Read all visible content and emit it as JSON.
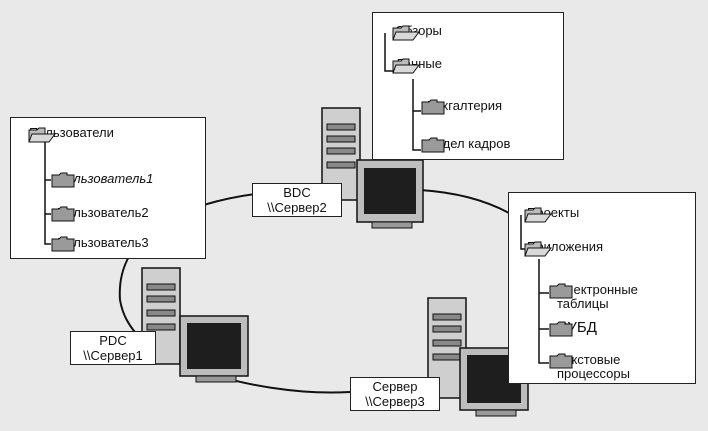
{
  "servers": [
    {
      "role": "BDC",
      "name": "\\\\Сервер2"
    },
    {
      "role": "PDC",
      "name": "\\\\Сервер1"
    },
    {
      "role": "Сервер",
      "name": "\\\\Сервер3"
    }
  ],
  "trees": {
    "bdc": {
      "items": [
        {
          "label": "Обзоры",
          "children": []
        },
        {
          "label": "Данные",
          "children": [
            "Бухгалтерия",
            "Отдел кадров"
          ]
        }
      ]
    },
    "pdc": {
      "items": [
        {
          "label": "Пользователи",
          "children": [
            "Пользователь1",
            "Пользователь2",
            "Пользователь3"
          ]
        }
      ]
    },
    "server3": {
      "items": [
        {
          "label": "Проекты",
          "children": []
        },
        {
          "label": "Приложения",
          "children": [
            "Электронные таблицы",
            "СУБД",
            "Текстовые процессоры"
          ]
        }
      ]
    }
  }
}
